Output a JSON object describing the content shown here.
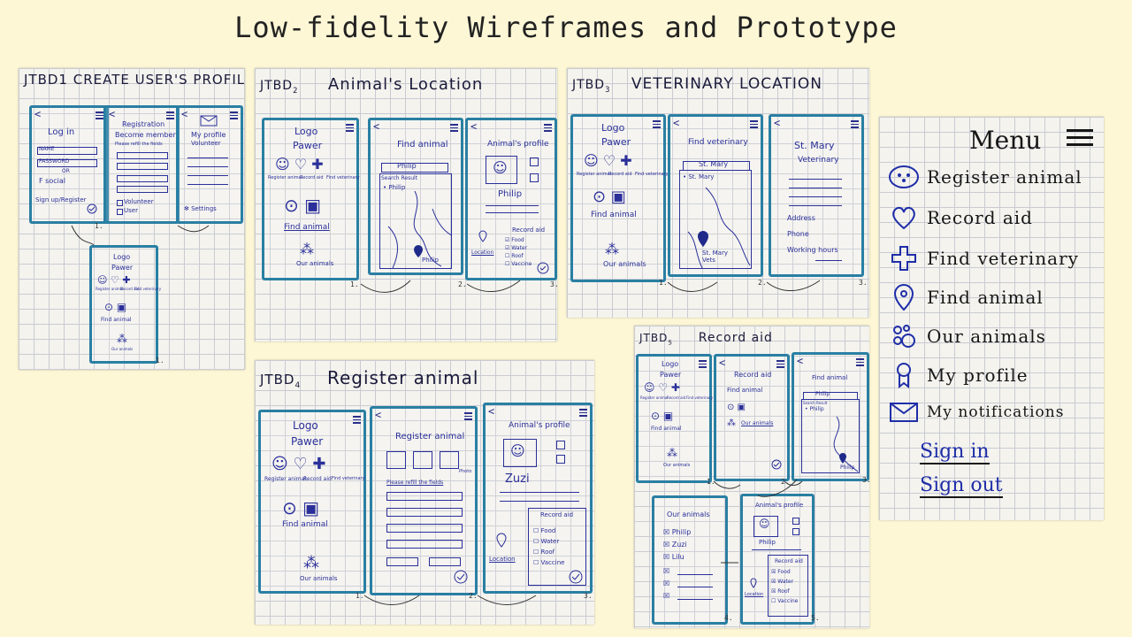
{
  "title": "Low-fidelity Wireframes and Prototype",
  "panels": {
    "jtbd1": {
      "title": "JTBD1 CREATE USER'S PROFILE",
      "login_title": "Log in",
      "name_field": "NAME",
      "password_field": "PASSWORD",
      "or_text": "OR",
      "social_text": "F social",
      "signup_text": "Sign up/Register",
      "reg_title": "Registration",
      "reg_subtitle": "Become member",
      "reg_hint": "Please refill the fields",
      "opt_volunteer": "Volunteer",
      "opt_user": "User",
      "profile_title": "My profile",
      "profile_subtitle": "Volunteer",
      "settings": "Settings",
      "logo": "Logo",
      "logo_sub": "Pawer",
      "register_animal": "Register animal",
      "record_aid": "Record aid",
      "find_vet": "Find veterinary",
      "find_animal": "Find animal",
      "our_animals": "Our animals"
    },
    "jtbd2": {
      "title_prefix": "JTBD",
      "title_sub": "2",
      "title_main": "Animal's Location",
      "logo": "Logo",
      "logo_sub": "Pawer",
      "register_animal": "Register animal",
      "record_aid": "Record aid",
      "find_vet": "Find veterinary",
      "find_animal": "Find animal",
      "our_animals": "Our animals",
      "find_title": "Find animal",
      "search_value": "Philip",
      "search_result_hdr": "Search Result",
      "search_result": "Philip",
      "pin_label": "Philip",
      "profile_title": "Animal's profile",
      "animal_name": "Philip",
      "record_aid_hdr": "Record aid",
      "aid_items": [
        "Food",
        "Water",
        "Roof",
        "Vaccine"
      ],
      "location": "Location"
    },
    "jtbd3": {
      "title_prefix": "JTBD",
      "title_sub": "3",
      "title_main": "VETERINARY LOCATION",
      "logo": "Logo",
      "logo_sub": "Pawer",
      "register_animal": "Register animal",
      "record_aid": "Record aid",
      "find_vet": "Find veterinary",
      "find_animal": "Find animal",
      "our_animals": "Our animals",
      "find_title": "Find veterinary",
      "search_value": "St. Mary",
      "search_result": "St. Mary",
      "pin_label": "St. Mary Vets",
      "vet_title": "St. Mary",
      "vet_subtitle": "Veterinary",
      "address": "Address",
      "phone": "Phone",
      "hours": "Working hours"
    },
    "jtbd4": {
      "title_prefix": "JTBD",
      "title_sub": "4",
      "title_main": "Register animal",
      "logo": "Logo",
      "logo_sub": "Pawer",
      "register_animal": "Register animal",
      "record_aid": "Record aid",
      "find_vet": "Find veterinary",
      "find_animal": "Find animal",
      "our_animals": "Our animals",
      "reg_title": "Register animal",
      "photo": "Photo",
      "refill": "Please refill the fields",
      "profile_title": "Animal's profile",
      "animal_name": "Zuzi",
      "record_aid_hdr": "Record aid",
      "aid_items": [
        "Food",
        "Water",
        "Roof",
        "Vaccine"
      ],
      "location": "Location"
    },
    "jtbd5": {
      "title_prefix": "JTBD",
      "title_sub": "5",
      "title_main": "Record aid",
      "logo": "Logo",
      "logo_sub": "Pawer",
      "register_animal": "Register animal",
      "record_aid": "Record aid",
      "find_vet": "Find veterinary",
      "find_animal": "Find animal",
      "our_animals": "Our animals",
      "ra_title": "Record aid",
      "ra_find": "Find animal",
      "ra_our": "Our animals",
      "find_title": "Find animal",
      "search_value": "Philip",
      "search_result_hdr": "Search Result",
      "search_result": "Philip",
      "pin_label": "Philip",
      "our_title": "Our animals",
      "our_list": [
        "Philip",
        "Zuzi",
        "Lilu"
      ],
      "profile_title": "Animal's profile",
      "animal_name": "Philip",
      "record_aid_hdr": "Record aid",
      "aid_items": [
        "Food",
        "Water",
        "Roof",
        "Vaccine"
      ],
      "location": "Location"
    },
    "menu": {
      "title": "Menu",
      "items": [
        {
          "label": "Register animal",
          "icon": "paw-face-icon"
        },
        {
          "label": "Record aid",
          "icon": "heart-icon"
        },
        {
          "label": "Find veterinary",
          "icon": "cross-icon"
        },
        {
          "label": "Find animal",
          "icon": "location-pin-icon"
        },
        {
          "label": "Our animals",
          "icon": "paw-icon"
        },
        {
          "label": "My profile",
          "icon": "user-icon"
        },
        {
          "label": "My notifications",
          "icon": "envelope-icon"
        }
      ],
      "sign_in": "Sign in",
      "sign_out": "Sign out"
    }
  }
}
